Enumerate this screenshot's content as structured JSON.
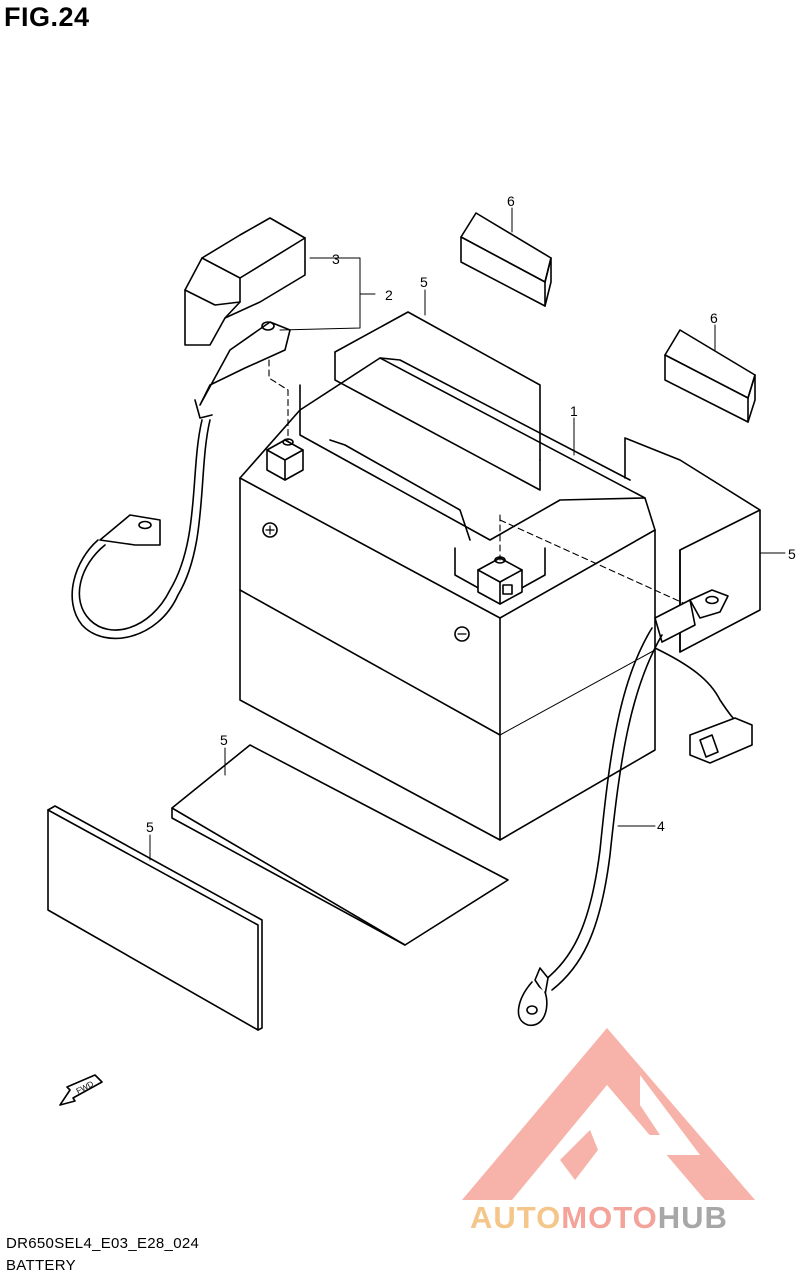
{
  "figure": {
    "title": "FIG.24"
  },
  "callouts": [
    "1",
    "2",
    "3",
    "4",
    "5",
    "6"
  ],
  "fwd_label": "FWD",
  "footer": {
    "code": "DR650SEL4_E03_E28_024",
    "name": "BATTERY"
  },
  "watermark": {
    "word_part1": "AUTO",
    "word_part2": "MOTO",
    "word_part3": "HUB",
    "colors": [
      "#f4c68a",
      "#f4a39a",
      "#a7a7a7"
    ]
  }
}
